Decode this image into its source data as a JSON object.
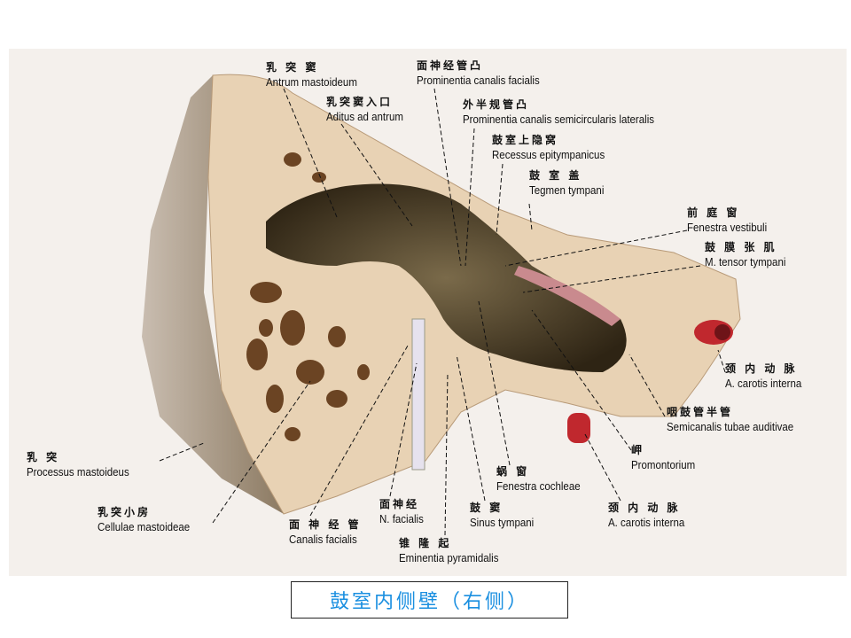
{
  "title": "鼓室内侧壁（右侧）",
  "labels": {
    "antrum": {
      "zh": "乳 突 窦",
      "la": "Antrum mastoideum"
    },
    "prom_facial": {
      "zh": "面神经管凸",
      "la": "Prominentia canalis facialis"
    },
    "aditus": {
      "zh": "乳突窦入口",
      "la": "Aditus ad antrum"
    },
    "prom_semicirc": {
      "zh": "外半规管凸",
      "la": "Prominentia canalis semicircularis lateralis"
    },
    "recessus": {
      "zh": "鼓室上隐窝",
      "la": "Recessus epitympanicus"
    },
    "tegmen": {
      "zh": "鼓 室 盖",
      "la": "Tegmen tympani"
    },
    "fen_vest": {
      "zh": "前 庭 窗",
      "la": "Fenestra vestibuli"
    },
    "tensor": {
      "zh": "鼓 膜 张 肌",
      "la": "M. tensor tympani"
    },
    "carotis1": {
      "zh": "颈 内 动 脉",
      "la": "A. carotis interna"
    },
    "semicanalis": {
      "zh": "咽鼓管半管",
      "la": "Semicanalis tubae auditivae"
    },
    "promontorium": {
      "zh": "岬",
      "la": "Promontorium"
    },
    "fen_coch": {
      "zh": "蜗 窗",
      "la": "Fenestra cochleae"
    },
    "carotis2": {
      "zh": "颈 内 动 脉",
      "la": "A. carotis interna"
    },
    "sinus": {
      "zh": "鼓 窦",
      "la": "Sinus tympani"
    },
    "n_facialis": {
      "zh": "面神经",
      "la": "N. facialis"
    },
    "canalis": {
      "zh": "面 神 经 管",
      "la": "Canalis facialis"
    },
    "eminentia": {
      "zh": "锥 隆 起",
      "la": "Eminentia pyramidalis"
    },
    "processus": {
      "zh": "乳 突",
      "la": "Processus mastoideus"
    },
    "cellulae": {
      "zh": "乳突小房",
      "la": "Cellulae mastoideae"
    }
  },
  "colors": {
    "caption_text": "#1a8fe0",
    "bone": "#e8d2b4",
    "artery": "#c0282e"
  }
}
